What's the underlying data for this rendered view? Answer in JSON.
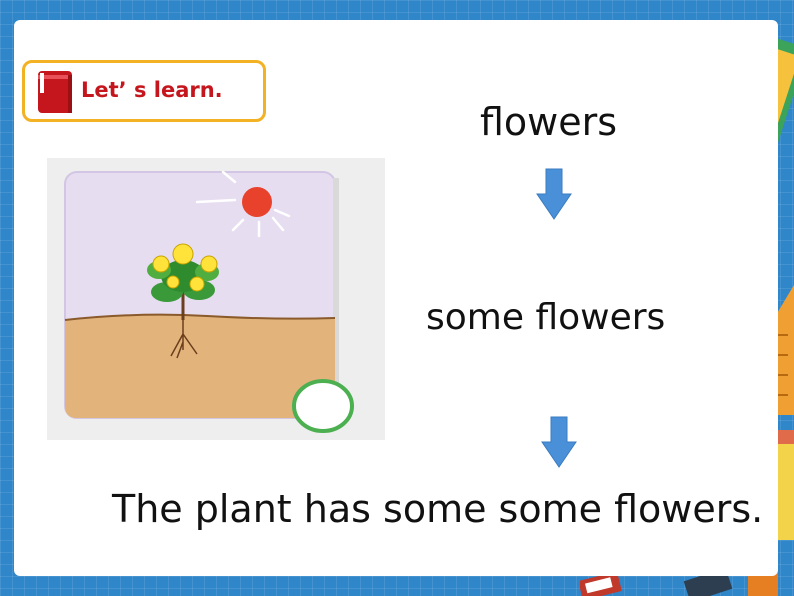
{
  "badge": {
    "title": "Let’ s learn."
  },
  "words": {
    "word": "flowers",
    "phrase": "some flowers",
    "sentence": "The plant has some some flowers."
  },
  "colors": {
    "background": "#2f86c9",
    "badge_border": "#f2b223",
    "badge_text": "#c4161c",
    "arrow": "#4a90d9",
    "picture_bg": "#e6ddf1",
    "soil": "#e2b47c",
    "sun": "#e8412c",
    "answer_circle": "#4caf50"
  },
  "icons": [
    "book-icon",
    "down-arrow-icon",
    "sun-icon",
    "flower-plant-icon",
    "answer-circle-icon"
  ]
}
